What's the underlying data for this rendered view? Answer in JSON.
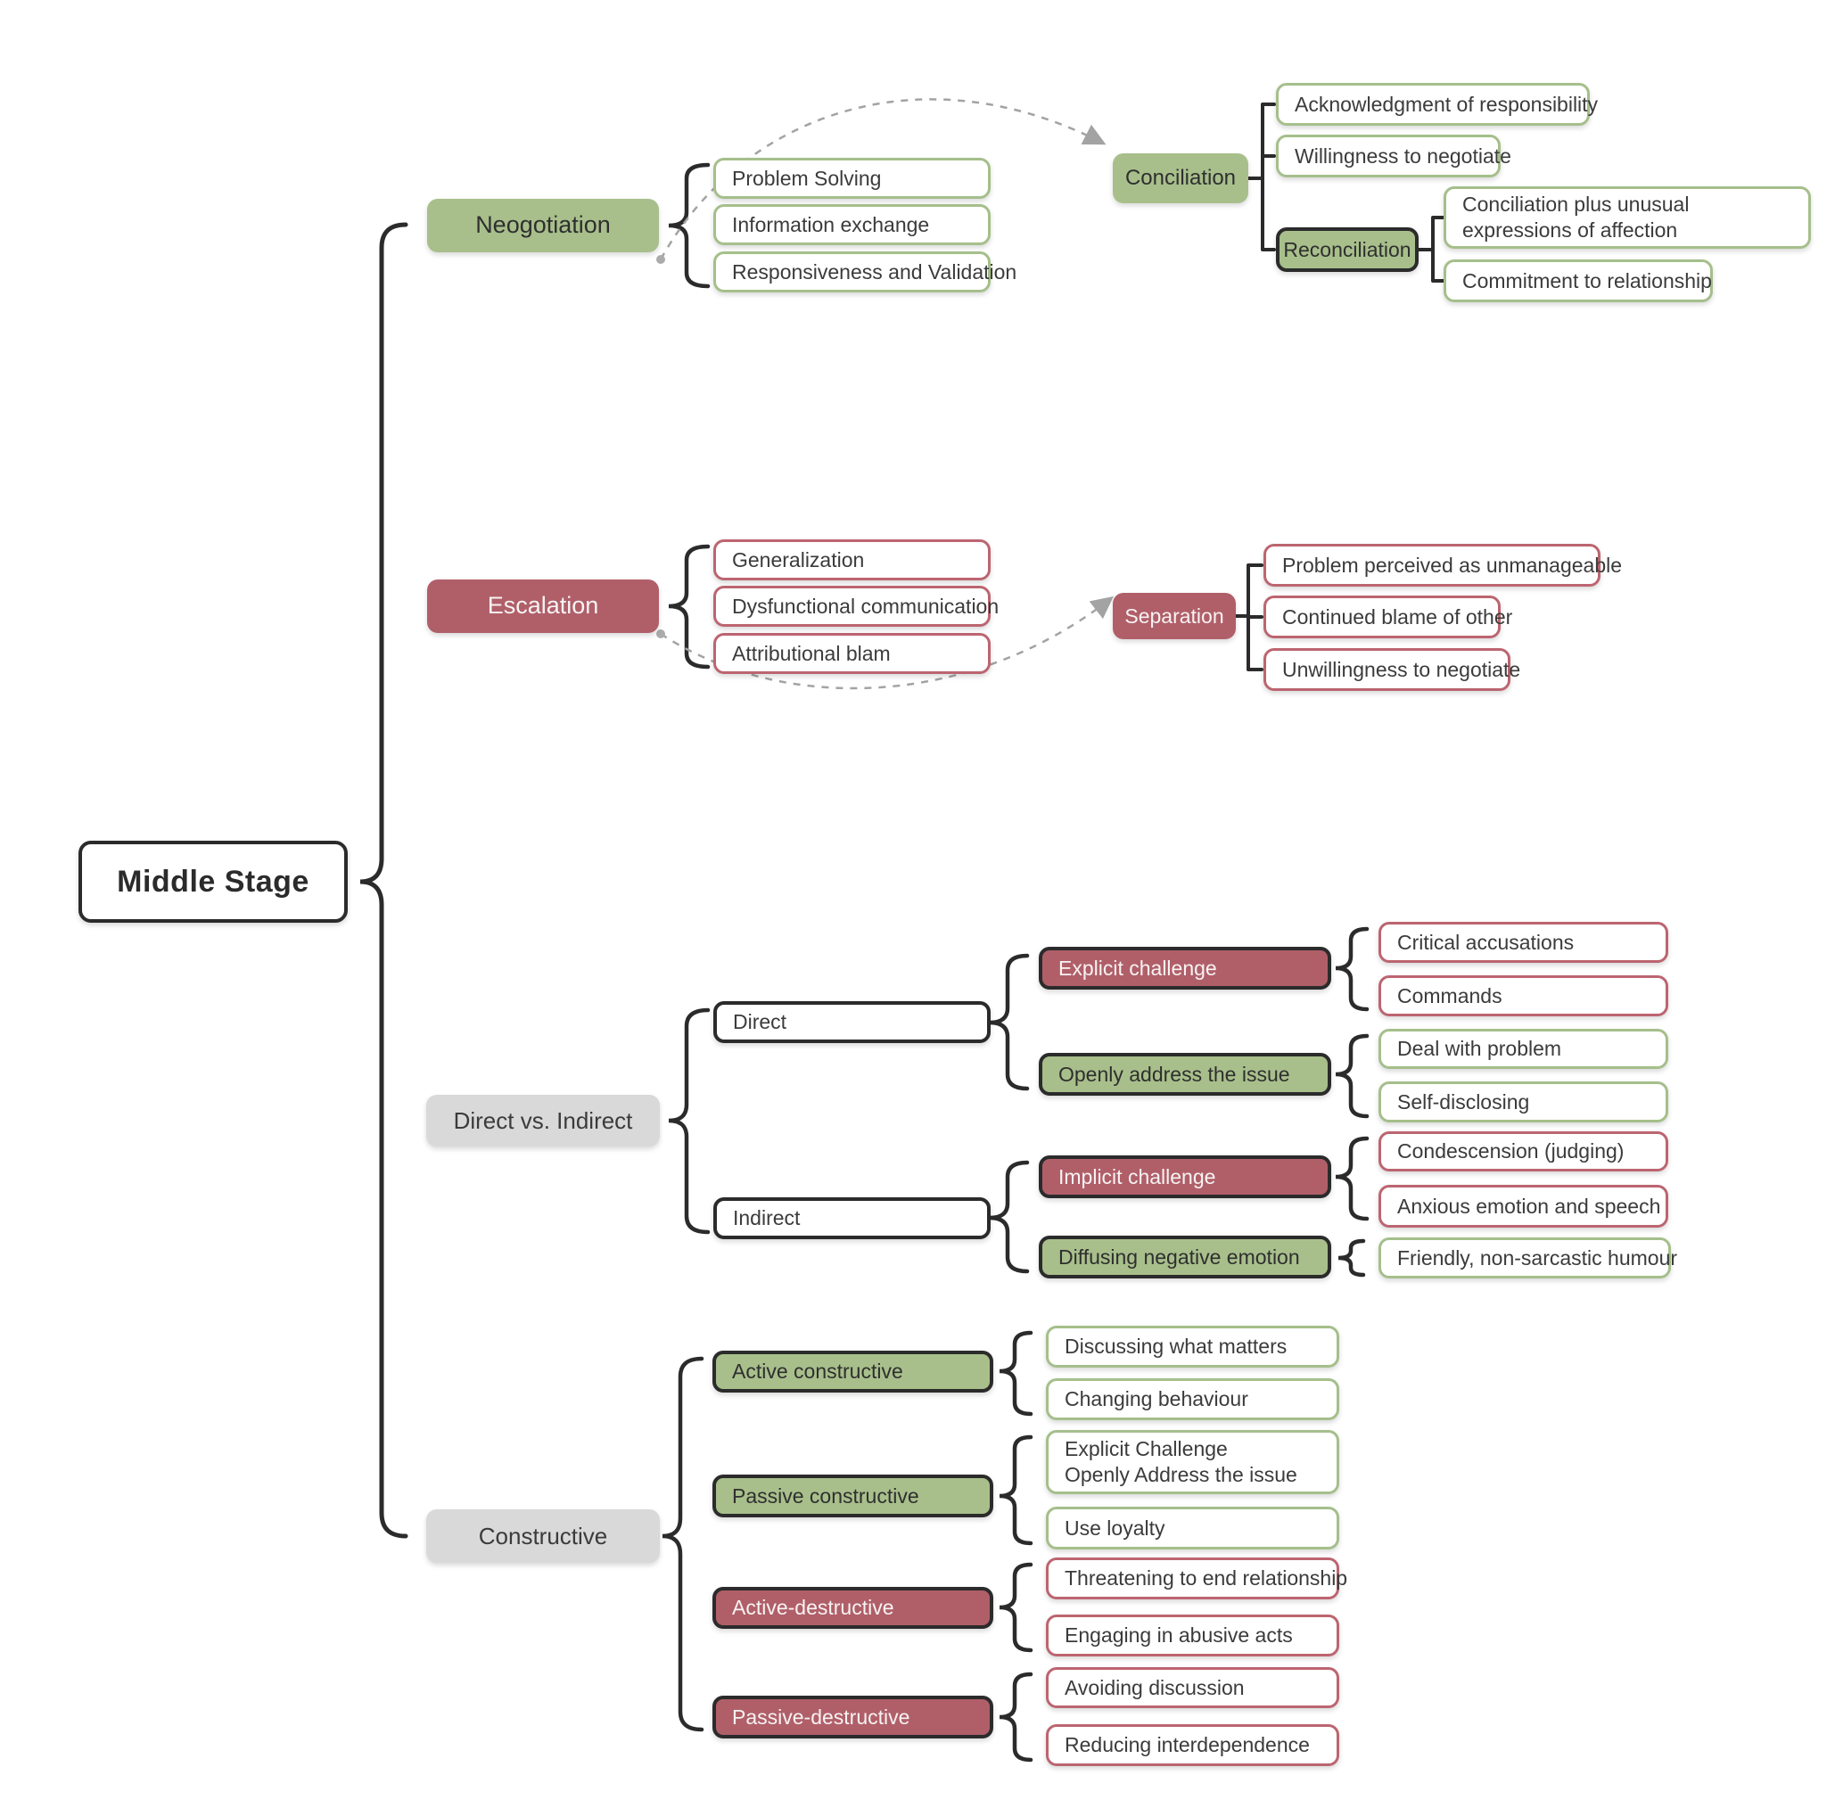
{
  "root": {
    "label": "Middle Stage"
  },
  "negotiation": {
    "label": "Neogotiation",
    "items": [
      "Problem Solving",
      "Information exchange",
      "Responsiveness and Validation"
    ]
  },
  "conciliation": {
    "label": "Conciliation",
    "items": [
      "Acknowledgment of responsibility",
      "Willingness to negotiate"
    ],
    "reconciliation": {
      "label": "Reconciliation",
      "items": [
        "Conciliation plus unusual expressions of affection",
        "Commitment to relationship"
      ]
    }
  },
  "escalation": {
    "label": "Escalation",
    "items": [
      "Generalization",
      "Dysfunctional communication",
      "Attributional blam"
    ]
  },
  "separation": {
    "label": "Separation",
    "items": [
      "Problem perceived as unmanageable",
      "Continued blame of other",
      "Unwillingness to negotiate"
    ]
  },
  "direct_vs_indirect": {
    "label": "Direct vs. Indirect",
    "direct": {
      "label": "Direct",
      "explicit_challenge": {
        "label": "Explicit challenge",
        "items": [
          "Critical accusations",
          "Commands"
        ]
      },
      "openly_address": {
        "label": "Openly address the issue",
        "items": [
          "Deal with problem",
          "Self-disclosing"
        ]
      }
    },
    "indirect": {
      "label": "Indirect",
      "implicit_challenge": {
        "label": "Implicit challenge",
        "items": [
          "Condescension (judging)",
          "Anxious emotion and speech"
        ]
      },
      "diffusing": {
        "label": "Diffusing negative emotion",
        "items": [
          "Friendly, non-sarcastic humour"
        ]
      }
    }
  },
  "constructive": {
    "label": "Constructive",
    "active_constructive": {
      "label": "Active constructive",
      "items": [
        "Discussing what matters",
        "Changing behaviour"
      ]
    },
    "passive_constructive": {
      "label": "Passive constructive",
      "items": [
        "Explicit Challenge\nOpenly Address the issue",
        "Use loyalty"
      ]
    },
    "active_destructive": {
      "label": "Active-destructive",
      "items": [
        "Threatening to end relationship",
        "Engaging in abusive acts"
      ]
    },
    "passive_destructive": {
      "label": "Passive-destructive",
      "items": [
        "Avoiding discussion",
        "Reducing interdependence"
      ]
    }
  },
  "colors": {
    "green_fill": "#a8bf8b",
    "red_fill": "#b05f69",
    "gray_fill": "#d9d9d9",
    "green_leaf_border": "#a5bf8b",
    "red_leaf_border": "#bc6570",
    "dark_outline": "#2b2b2b",
    "dashed_line": "#a3a3a3",
    "text": "#3b3b3b"
  }
}
